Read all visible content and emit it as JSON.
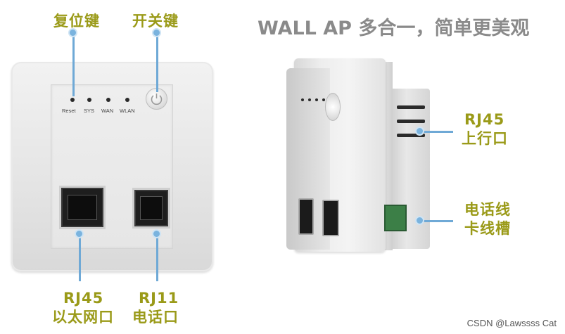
{
  "title": "WALL AP 多合一，简单更美观",
  "callouts": {
    "reset": "复位键",
    "power": "开关键",
    "uplink_line1": "RJ45",
    "uplink_line2": "上行口",
    "phone_slot_line1": "电话线",
    "phone_slot_line2": "卡线槽",
    "ethernet_line1": "RJ45",
    "ethernet_line2": "以太网口",
    "phone_port_line1": "RJ11",
    "phone_port_line2": "电话口"
  },
  "led_labels": [
    "Reset",
    "SYS",
    "WAN",
    "WLAN"
  ],
  "watermark": "CSDN @Lawssss Cat",
  "colors": {
    "callout_text": "#9a9a18",
    "callout_line": "#6fa9d6",
    "title_text": "#8a8a8a"
  }
}
